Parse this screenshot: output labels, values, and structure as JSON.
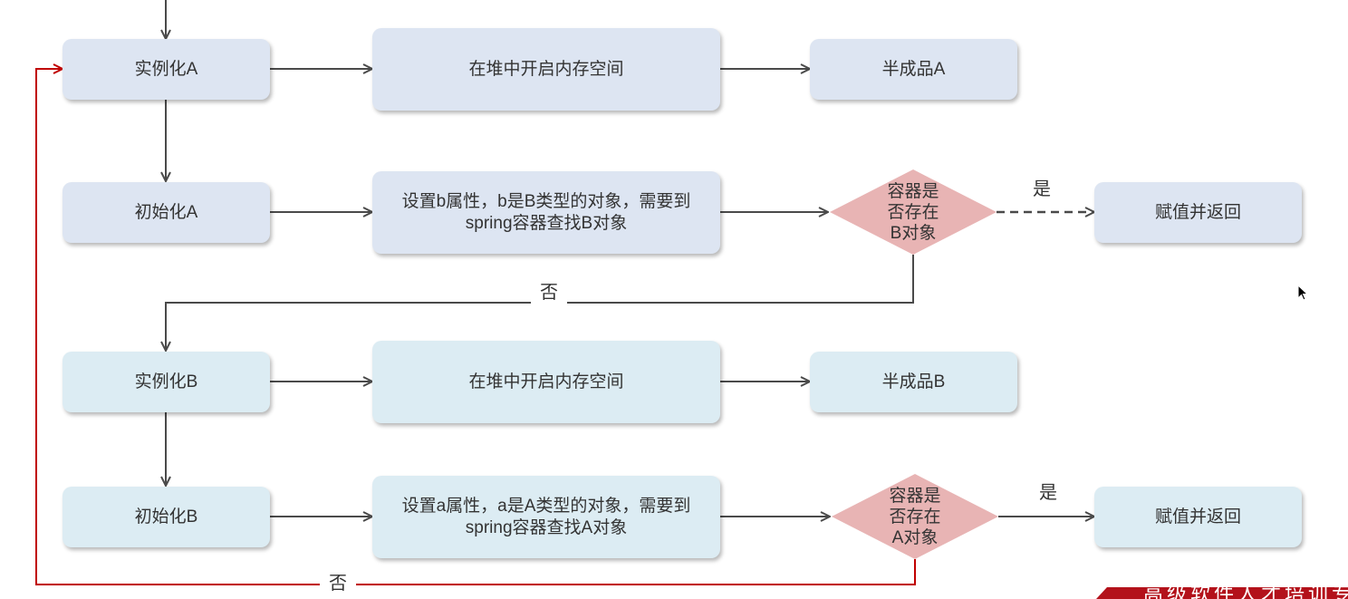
{
  "row_a1": {
    "instantiate": "实例化A",
    "heap": "在堆中开启内存空间",
    "half": "半成品A"
  },
  "row_a2": {
    "init": "初始化A",
    "set_prop": "设置b属性，b是B类型的对象，需要到spring容器查找B对象",
    "decision": "容器是\n否存在\nB对象",
    "yes_label": "是",
    "result": "赋值并返回",
    "no_label": "否"
  },
  "row_b1": {
    "instantiate": "实例化B",
    "heap": "在堆中开启内存空间",
    "half": "半成品B"
  },
  "row_b2": {
    "init": "初始化B",
    "set_prop": "设置a属性，a是A类型的对象，需要到spring容器查找A对象",
    "decision": "容器是\n否存在\nA对象",
    "yes_label": "是",
    "result": "赋值并返回",
    "no_label": "否"
  },
  "banner": {
    "text": "高级软件人才培训专"
  },
  "colors": {
    "box_a": "#dde5f2",
    "box_b": "#dcecf3",
    "diamond": "#e8b4b4",
    "arrow": "#4a4a4a",
    "loop_back": "#c00000",
    "banner": "#b3121b"
  }
}
